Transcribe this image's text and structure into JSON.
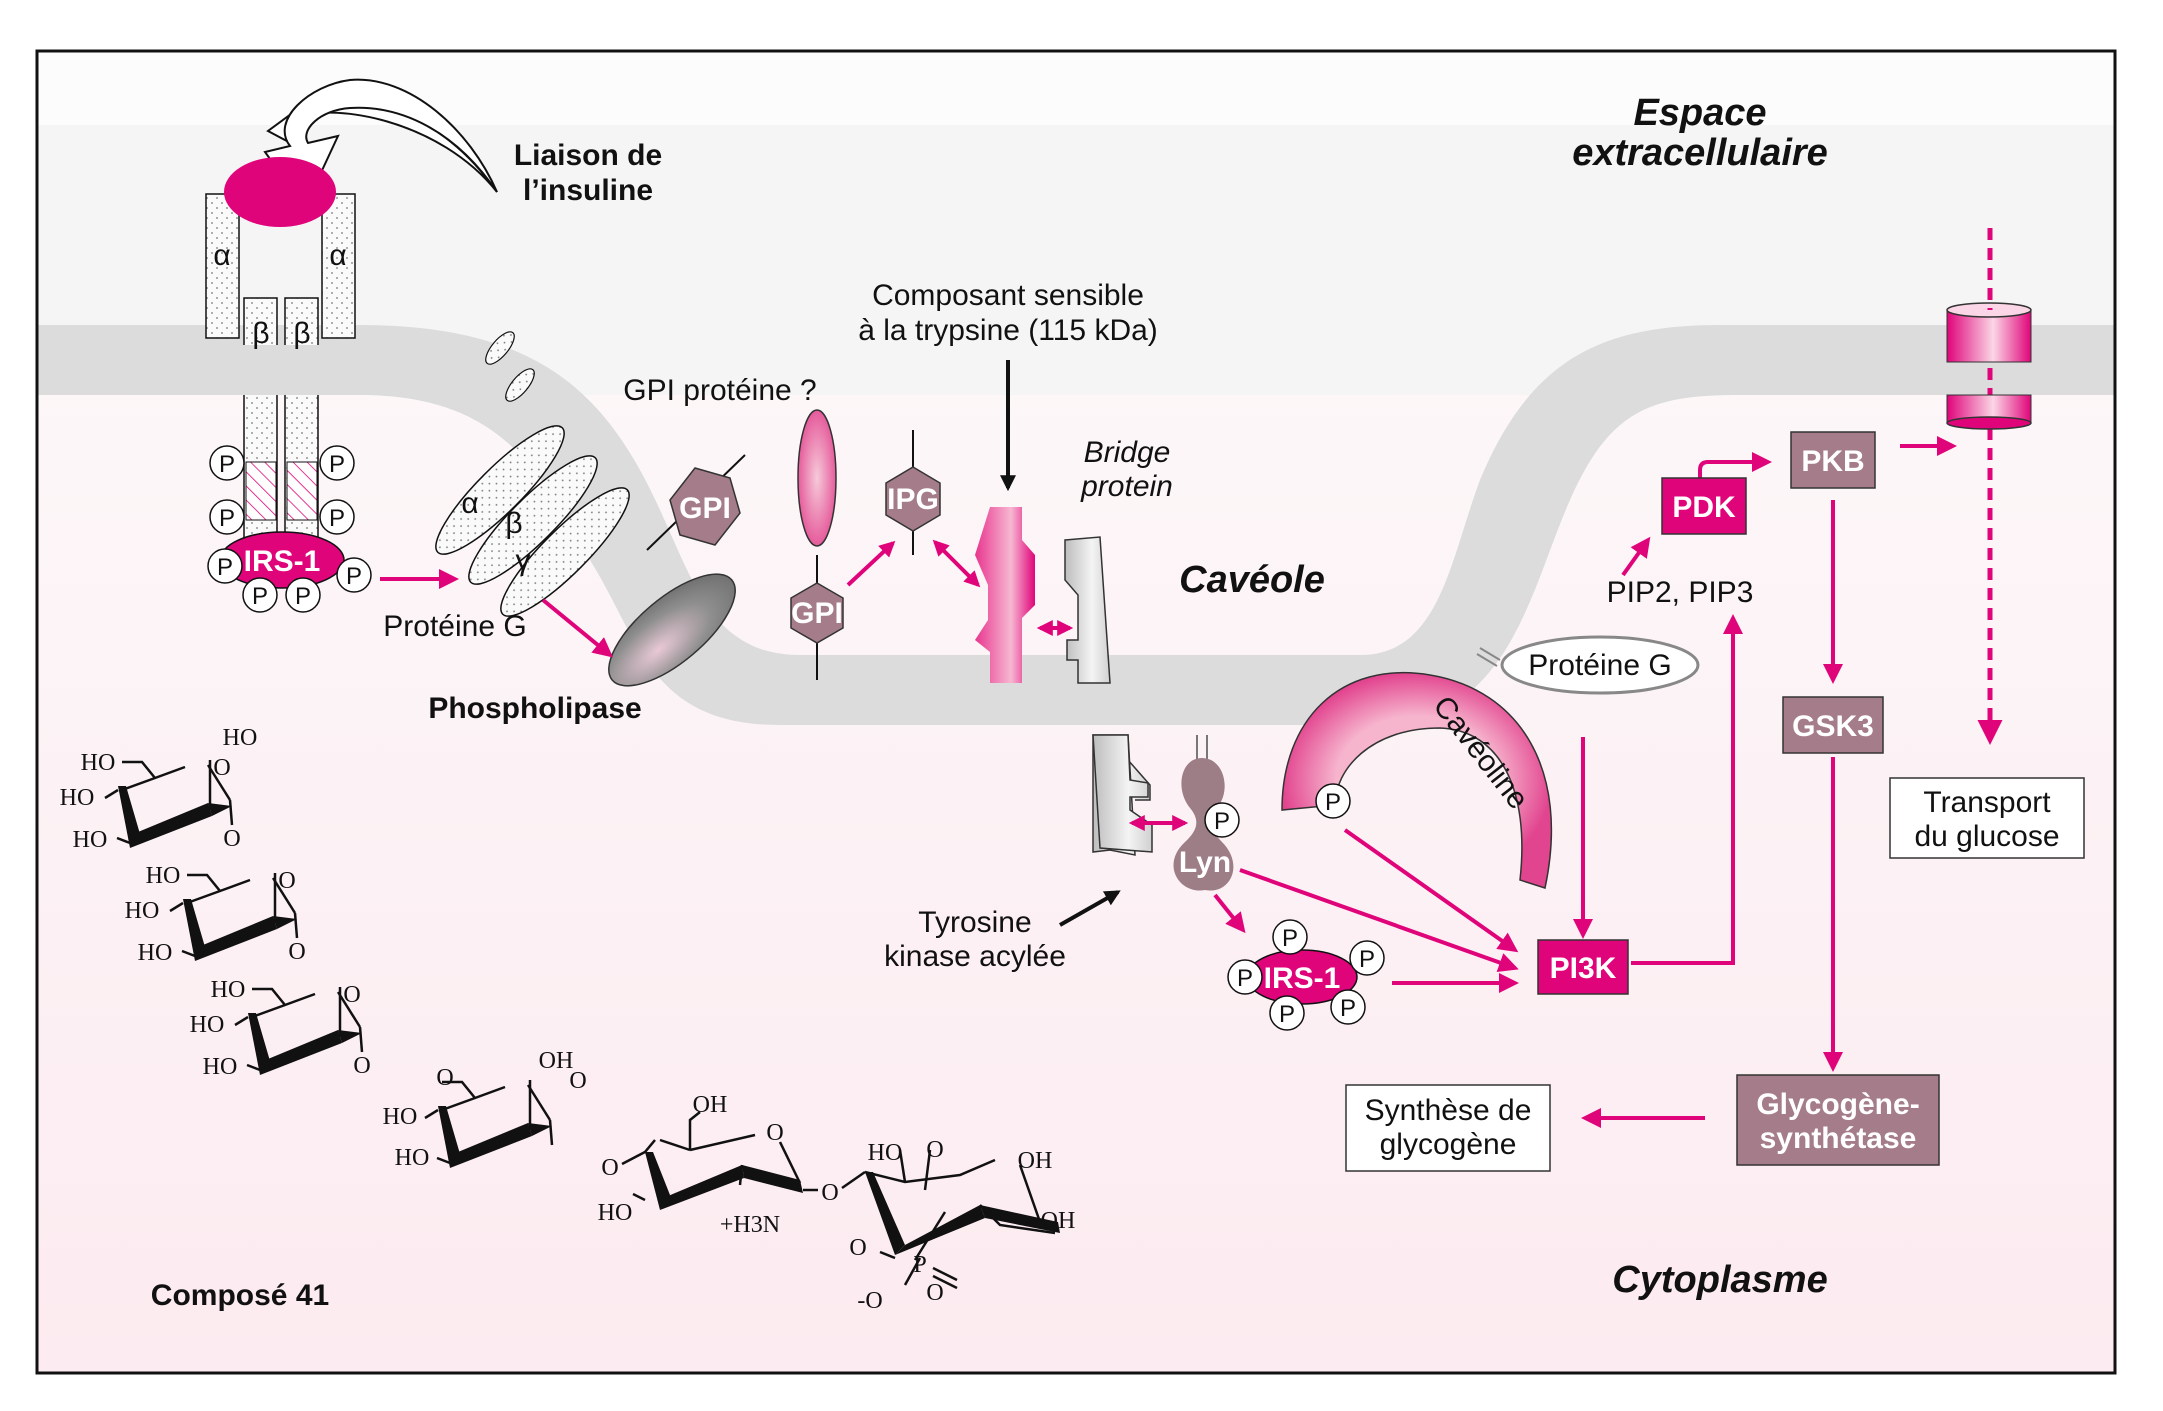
{
  "title": "Insulin signaling via caveolae",
  "colors": {
    "magenta": "#e0047a",
    "mauve": "#a57c8a",
    "membrane": "#dcdcdc",
    "extracellular": "#f5f5f5",
    "cytoplasm": "#fdf0f3"
  },
  "regions": {
    "extracellular_line1": "Espace",
    "extracellular_line2": "extracellulaire",
    "caveole": "Cavéole",
    "cytoplasm": "Cytoplasme"
  },
  "receptor": {
    "insulin_label_line1": "Liaison de",
    "insulin_label_line2": "l’insuline",
    "alpha": "α",
    "beta": "β",
    "phospho": "P",
    "irs1": "IRS-1"
  },
  "g_protein": {
    "label": "Protéine G",
    "alpha": "α",
    "beta": "β",
    "gamma": "γ"
  },
  "phospholipase": "Phospholipase",
  "gpi_protein_label": "GPI protéine ?",
  "gpi": "GPI",
  "ipg": "IPG",
  "trypsin_label_line1": "Composant sensible",
  "trypsin_label_line2": "à la trypsine (115 kDa)",
  "bridge_label_line1": "Bridge",
  "bridge_label_line2": "protein",
  "tyrosine_kinase_line1": "Tyrosine",
  "tyrosine_kinase_line2": "kinase acylée",
  "lyn": "Lyn",
  "caveoline": "Cavéoline",
  "g_protein_right": "Protéine G",
  "pip": "PIP2, PIP3",
  "nodes": {
    "pdk": "PDK",
    "pkb": "PKB",
    "gsk3": "GSK3",
    "pi3k": "PI3K",
    "glycogen_synthase_line1": "Glycogène-",
    "glycogen_synthase_line2": "synthétase"
  },
  "outcomes": {
    "glucose_line1": "Transport",
    "glucose_line2": "du glucose",
    "glycogen_line1": "Synthèse de",
    "glycogen_line2": "glycogène"
  },
  "compound": {
    "label": "Composé 41",
    "ho": "HO",
    "oh": "OH",
    "o": "O",
    "p": "P",
    "nh3": "+H3N",
    "o_minus": "-O"
  }
}
